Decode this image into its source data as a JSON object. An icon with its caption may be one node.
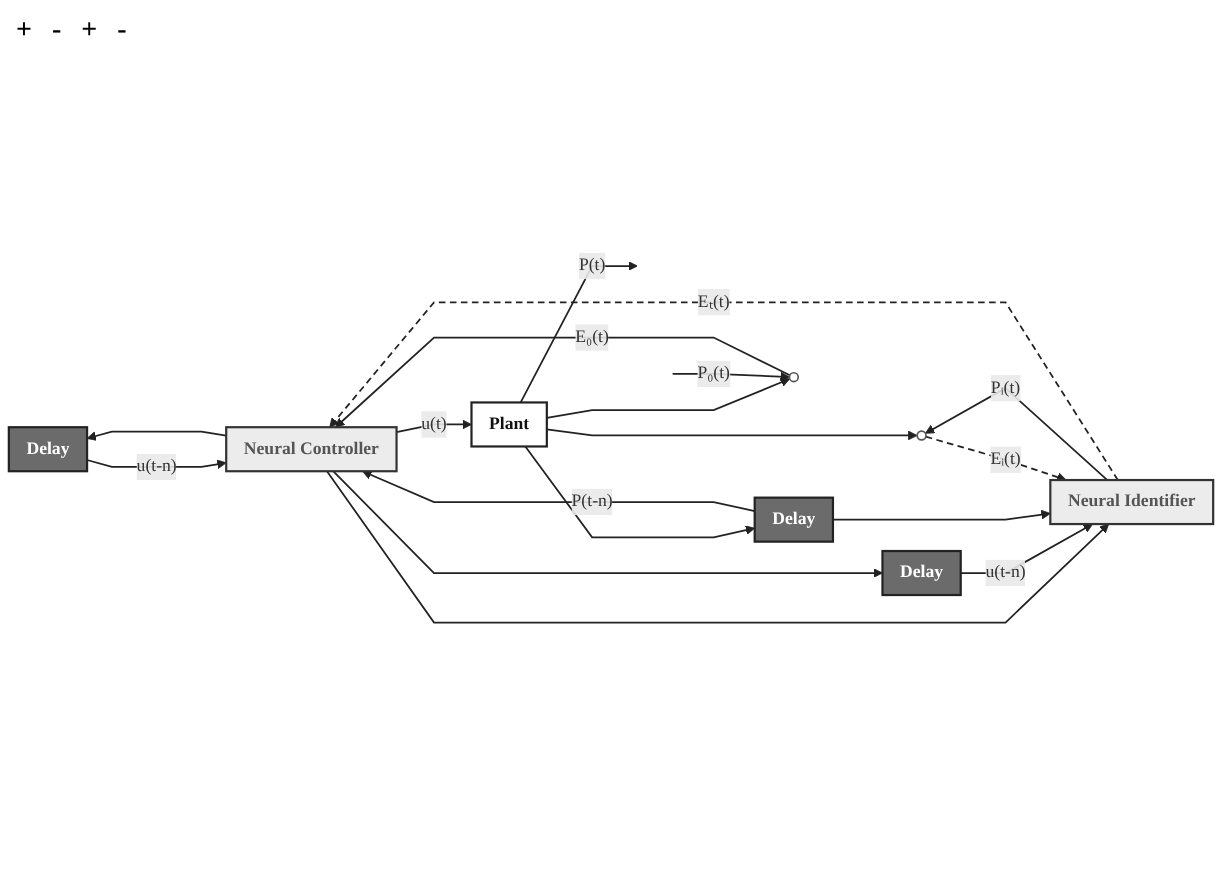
{
  "diagram": {
    "nodes": [
      {
        "text": [
          "Delay"
        ]
      },
      {
        "text": [
          "Neural Controller"
        ]
      },
      {
        "text": [
          "Plant"
        ]
      },
      {
        "text": [
          "Delay"
        ]
      },
      {
        "text": [
          "Neural Identifier"
        ]
      },
      {
        "text": [
          "Delay"
        ]
      },
      {
        "text": [],
        "shape": "circle"
      },
      {
        "text": [],
        "shape": "circle"
      }
    ],
    "labels": [
      "+",
      "-",
      "+",
      "-"
    ],
    "edges": [
      {
        "from": 1,
        "to": 2,
        "arrow": "to",
        "label": "u(t)"
      },
      {
        "from": 1,
        "to": 0,
        "arrow": "to"
      },
      {
        "from": 0,
        "to": 1,
        "arrow": "to",
        "label": "u(t-n)"
      },
      {
        "from": 1,
        "to": 3,
        "arrow": "to"
      },
      {
        "from": 1,
        "to": 4,
        "arrow": "to"
      },
      {
        "from": 3,
        "to": 4,
        "arrow": "to",
        "label": "u(t-n)"
      },
      {
        "from": 2,
        "to": null,
        "arrow": "to",
        "label": "P(t)"
      },
      {
        "from": 2,
        "to": 6,
        "arrow": "to"
      },
      {
        "from": 2,
        "to": 7,
        "arrow": "to"
      },
      {
        "from": 2,
        "to": 5,
        "arrow": "to"
      },
      {
        "from": 5,
        "to": 1,
        "arrow": "to",
        "label": "P(t-n)"
      },
      {
        "from": 5,
        "to": 4,
        "arrow": "to"
      },
      {
        "from": null,
        "to": 6,
        "arrow": "to",
        "label": "P₀(t)"
      },
      {
        "from": 6,
        "to": 1,
        "arrow": "to",
        "label": "E₀(t)"
      },
      {
        "from": 4,
        "to": 7,
        "arrow": "to",
        "label": "Pᵢ(t)"
      },
      {
        "from": 7,
        "to": 4,
        "arrow": "to",
        "label": "Eᵢ(t)",
        "style": "dashed"
      },
      {
        "from": 4,
        "to": 1,
        "arrow": "to",
        "label": "Eₜ(t)",
        "style": "dashed"
      }
    ]
  }
}
